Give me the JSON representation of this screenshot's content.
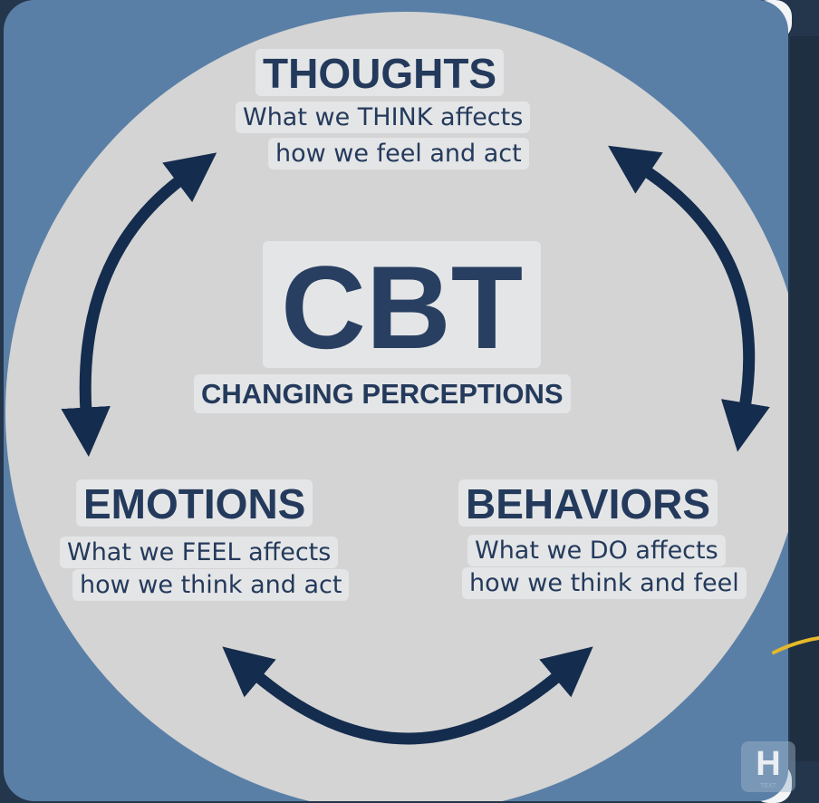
{
  "colors": {
    "outer_frame": "#24364b",
    "card": "#5a7fa6",
    "circle": "#d4d4d4",
    "arrow": "#142c4d",
    "text": "#243a5c",
    "highlight": "#e5b92a"
  },
  "center": {
    "title": "CBT",
    "tagline": "CHANGING PERCEPTIONS"
  },
  "thoughts": {
    "heading": "THOUGHTS",
    "line1": "What we THINK affects",
    "line2": "how we feel and act"
  },
  "emotions": {
    "heading": "EMOTIONS",
    "line1": "What we FEEL affects",
    "line2": "how we think and act"
  },
  "behaviors": {
    "heading": "BEHAVIORS",
    "line1": "What we DO affects",
    "line2": "how we think and feel"
  },
  "logo": {
    "letter": "H",
    "small_text": "TEXT"
  },
  "icons": [
    "double-headed-curved-arrow-left",
    "double-headed-curved-arrow-right",
    "double-headed-curved-arrow-bottom"
  ]
}
